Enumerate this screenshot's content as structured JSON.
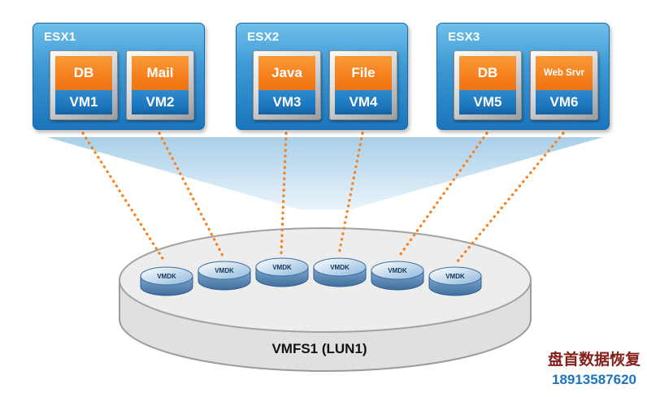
{
  "hosts": [
    {
      "name": "ESX1",
      "vms": [
        {
          "app": "DB",
          "vm": "VM1"
        },
        {
          "app": "Mail",
          "vm": "VM2"
        }
      ]
    },
    {
      "name": "ESX2",
      "vms": [
        {
          "app": "Java",
          "vm": "VM3"
        },
        {
          "app": "File",
          "vm": "VM4"
        }
      ]
    },
    {
      "name": "ESX3",
      "vms": [
        {
          "app": "DB",
          "vm": "VM5"
        },
        {
          "app": "Web Srvr",
          "vm": "VM6"
        }
      ]
    }
  ],
  "storage": {
    "label": "VMFS1 (LUN1)",
    "disks": [
      "VMDK",
      "VMDK",
      "VMDK",
      "VMDK",
      "VMDK",
      "VMDK"
    ]
  },
  "watermark": {
    "name": "盘首数据恢复",
    "phone": "18913587620"
  },
  "colors": {
    "host_blue": "#1B75BC",
    "app_orange": "#F6821F",
    "connection_orange": "#F6821F",
    "disk_blue": "#7FA9D2",
    "cylinder_gray": "#EDEDED",
    "watermark_red": "#84201A",
    "watermark_blue": "#1C75BC"
  }
}
